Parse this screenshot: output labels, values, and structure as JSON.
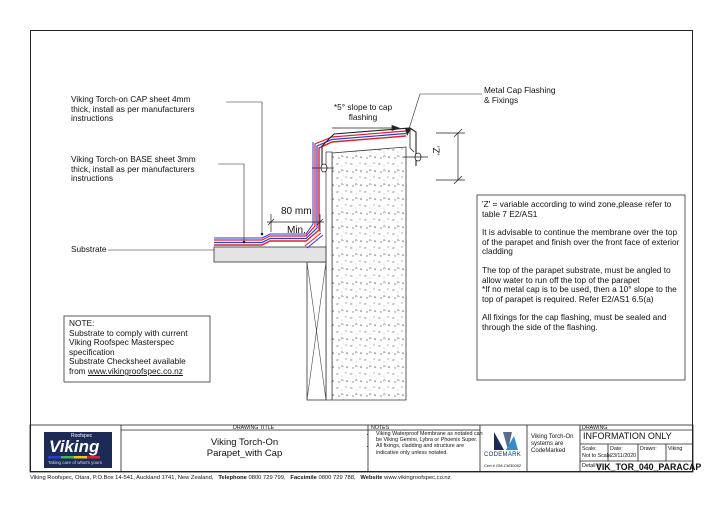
{
  "labels": {
    "cap_sheet": "Viking Torch-on CAP sheet 4mm\nthick, install as per manufacturers\ninstructions",
    "base_sheet": "Viking Torch-on BASE sheet 3mm\nthick, install as per manufacturers\ninstructions",
    "substrate": "Substrate",
    "slope": "*5° slope to cap\nflashing",
    "metal_cap": "Metal Cap Flashing\n& Fixings",
    "dim_80": "80 mm",
    "dim_min": "Min.",
    "z_dim": "'Z'"
  },
  "info_notes": [
    "'Z' = variable according to wind zone,please refer to table 7 E2/AS1",
    "It is advisable to continue the membrane over the top of the parapet and finish over the front face of exterior cladding",
    "The top of the parapet substrate, must be angled to allow water to run off the top of the parapet\n*If no metal cap is to be used, then a 10° slope to the top of parapet is required. Refer E2/AS1 6.5(a)",
    "All fixings for the cap flashing, must be sealed and through the side of the flashing."
  ],
  "note_box": {
    "heading": "NOTE:",
    "body": "Substrate to comply with current\nViking Roofspec Masterspec\nspecification\nSubstrate Checksheet available\nfrom",
    "link": "www.vikingroofspec.co.nz"
  },
  "title_block": {
    "logo_top": "Roofspec",
    "logo_main": "Viking",
    "logo_tag": "Taking care of what's yours",
    "drawing_title_caption": "DRAWING TITLE",
    "drawing_title": "Viking Torch-On\nParapet_with Cap",
    "notes_caption": "NOTES",
    "notes": [
      "Viking Waterproof Membrane as notated can be Viking Gemini, Lybra or Phoenix Super.",
      "All fixings, cladding and structure are indicative only unless notated."
    ],
    "codemark_label": "CODEMARK",
    "cert_number": "Cert # GM-CM30092",
    "codemark_text": "Viking Torch-On\nsystems are\nCodeMarked",
    "drawing_caption": "DRAWING",
    "drawing_status": "INFORMATION ONLY",
    "scale_caption": "Scale:",
    "scale_value": "Not to Scale",
    "date_caption": "Date:",
    "date_value": "23/11/2020",
    "drawn_caption": "Drawn:",
    "drawn_value": "Viking",
    "detail_caption": "Detail #",
    "detail_number": "VIK_TOR_040_PARACAP"
  },
  "footer": {
    "address": "Viking Roofspec, Otara, P.O.Box 14-541, Auckland 1741, New Zealand,",
    "telephone_label": "Telephone",
    "telephone": "0800 729 799,",
    "fax_label": "Facsimile",
    "fax": "0800 729 788,",
    "website_label": "Website",
    "website": "www.vikingroofspec.co.nz"
  },
  "colors": {
    "membrane_red": "#d9232a",
    "membrane_blue": "#2a3bd6",
    "logo_navy": "#1b2b55"
  }
}
